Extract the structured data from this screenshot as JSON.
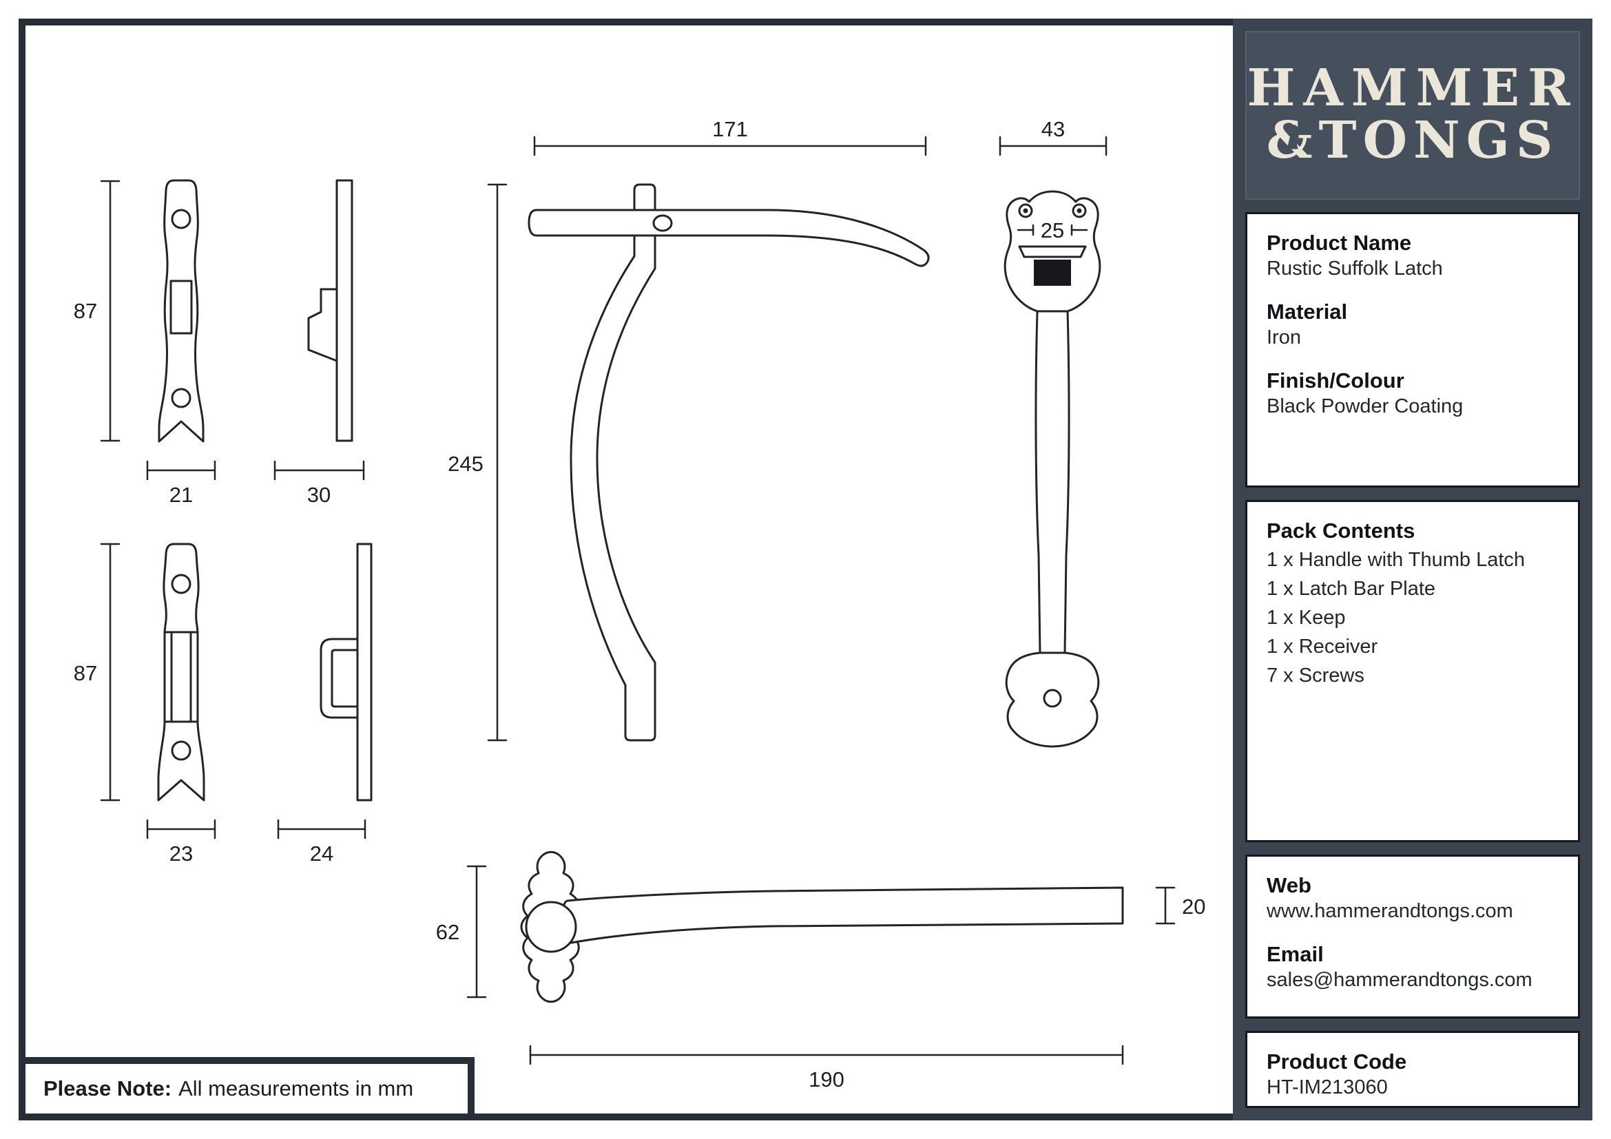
{
  "logo": {
    "line1": "HAMMER",
    "amp": "&",
    "line2": "TONGS"
  },
  "panels": {
    "product": {
      "name_label": "Product Name",
      "name": "Rustic Suffolk Latch",
      "material_label": "Material",
      "material": "Iron",
      "finish_label": "Finish/Colour",
      "finish": "Black Powder Coating"
    },
    "pack": {
      "label": "Pack Contents",
      "items": [
        "1 x Handle with Thumb Latch",
        "1 x Latch Bar Plate",
        "1 x Keep",
        "1 x Receiver",
        "7 x Screws"
      ]
    },
    "contact": {
      "web_label": "Web",
      "web": "www.hammerandtongs.com",
      "email_label": "Email",
      "email": "sales@hammerandtongs.com"
    },
    "code": {
      "label": "Product Code",
      "code": "HT-IM213060"
    }
  },
  "note": {
    "label": "Please Note:",
    "text": "All measurements in mm"
  },
  "dimensions": {
    "keep_front_height": "87",
    "keep_front_width": "21",
    "keep_side_width": "30",
    "receiver_front_height": "87",
    "receiver_front_width": "23",
    "receiver_side_width": "24",
    "handle_side_width": "171",
    "handle_side_height": "245",
    "handle_front_width": "43",
    "handle_front_slot": "25",
    "latch_bar_height": "62",
    "latch_bar_length": "190",
    "latch_bar_end": "20"
  },
  "colors": {
    "frame": "#272e38",
    "sidebar": "#3c4450",
    "logo_background": "#464f5c",
    "logo_text": "#eae6d8",
    "drawing_lines": "#242424"
  }
}
